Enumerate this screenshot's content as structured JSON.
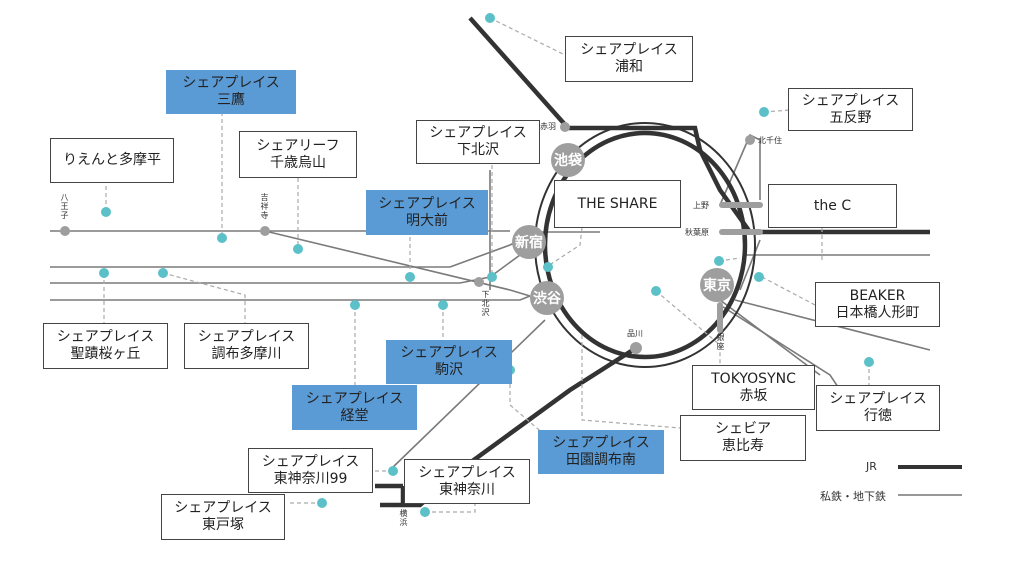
{
  "properties": {
    "share_place_urawa": {
      "line1": "シェアプレイス",
      "line2": "浦和"
    },
    "share_place_mitaka": {
      "line1": "シェアプレイス",
      "line2": "三鷹"
    },
    "rien_tamadaira": {
      "line1": "りえんと多摩平"
    },
    "share_leaf_chitose": {
      "line1": "シェアリーフ",
      "line2": "千歳烏山"
    },
    "share_place_shimokita": {
      "line1": "シェアプレイス",
      "line2": "下北沢"
    },
    "share_place_meidaimae": {
      "line1": "シェアプレイス",
      "line2": "明大前"
    },
    "the_share": {
      "line1": "THE SHARE"
    },
    "the_c": {
      "line1": "the C"
    },
    "share_place_gotanno": {
      "line1": "シェアプレイス",
      "line2": "五反野"
    },
    "beaker": {
      "line1": "BEAKER",
      "line2": "日本橋人形町"
    },
    "share_place_seiseki": {
      "line1": "シェアプレイス",
      "line2": "聖蹟桜ヶ丘"
    },
    "share_place_chofu": {
      "line1": "シェアプレイス",
      "line2": "調布多摩川"
    },
    "share_place_komazawa": {
      "line1": "シェアプレイス",
      "line2": "駒沢"
    },
    "share_place_kyodo": {
      "line1": "シェアプレイス",
      "line2": "経堂"
    },
    "tokyosync": {
      "line1": "TOKYOSYNC",
      "line2": "赤坂"
    },
    "share_place_gyotoku": {
      "line1": "シェアプレイス",
      "line2": "行徳"
    },
    "shevia": {
      "line1": "シェビア",
      "line2": "恵比寿"
    },
    "share_place_denen": {
      "line1": "シェアプレイス",
      "line2": "田園調布南"
    },
    "share_place_higashikanagawa99": {
      "line1": "シェアプレイス",
      "line2": "東神奈川99"
    },
    "share_place_higashikanagawa": {
      "line1": "シェアプレイス",
      "line2": "東神奈川"
    },
    "share_place_totsuka": {
      "line1": "シェアプレイス",
      "line2": "東戸塚"
    }
  },
  "stations": {
    "ikebukuro": "池袋",
    "shinjuku": "新宿",
    "shibuya": "渋谷",
    "tokyo": "東京",
    "akabane": "赤羽",
    "kitasenju": "北千住",
    "ueno": "上野",
    "akihabara": "秋葉原",
    "shinagawa": "品川",
    "hachioji": "八王子",
    "kichijoji": "吉祥寺",
    "shimokitazawa": "下北沢",
    "ginza": "銀座",
    "yokohama": "横浜"
  },
  "legend": {
    "jr": "JR",
    "private": "私鉄・地下鉄"
  },
  "colors": {
    "jr_line": "#333333",
    "private_line": "#777777",
    "property_dot": "#5bc0c8",
    "station_node": "#9e9e9e",
    "highlight_box": "#5b9bd5"
  }
}
